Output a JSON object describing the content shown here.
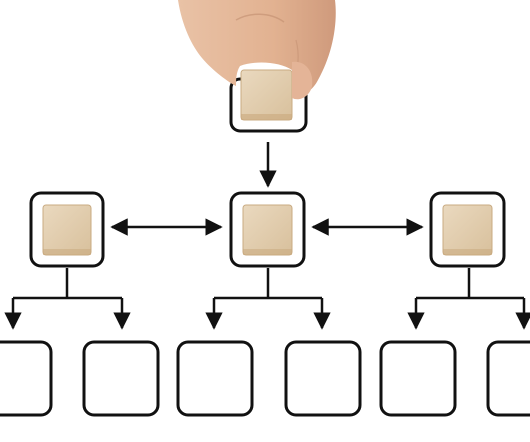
{
  "scene": {
    "background_color": "#ffffff",
    "line_color": "#111111",
    "block_color": "#e3cfb1",
    "block_edge_color": "#c9ab82",
    "skin_color": "#e9bfa3",
    "skin_shadow_color": "#cf9c80",
    "description_free": true
  },
  "diagram": {
    "levels": 3,
    "top_node_count": 1,
    "middle_node_count": 3,
    "bottom_node_count": 6,
    "filled_nodes": 4,
    "empty_nodes": 6,
    "arrow_types": [
      "down",
      "double-horizontal"
    ]
  }
}
